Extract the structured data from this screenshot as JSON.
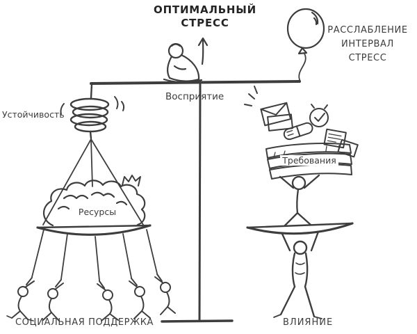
{
  "diagram": {
    "title": {
      "line1": "ОПТИМАЛЬНЫЙ",
      "line2": "СТРЕСС"
    },
    "labels": {
      "perception": "Восприятие",
      "balloon_line1": "РАССЛАБЛЕНИЕ",
      "balloon_line2": "ИНТЕРВАЛ",
      "balloon_line3": "СТРЕСС",
      "resilience": "Устойчивость",
      "resources": "Ресурсы",
      "demands": "Требования",
      "social_support": "СОЦИАЛЬНАЯ ПОДДЕРЖКА",
      "influence": "ВЛИЯНИЕ"
    },
    "colors": {
      "ink": "#3d3d3d",
      "background": "#ffffff"
    }
  }
}
